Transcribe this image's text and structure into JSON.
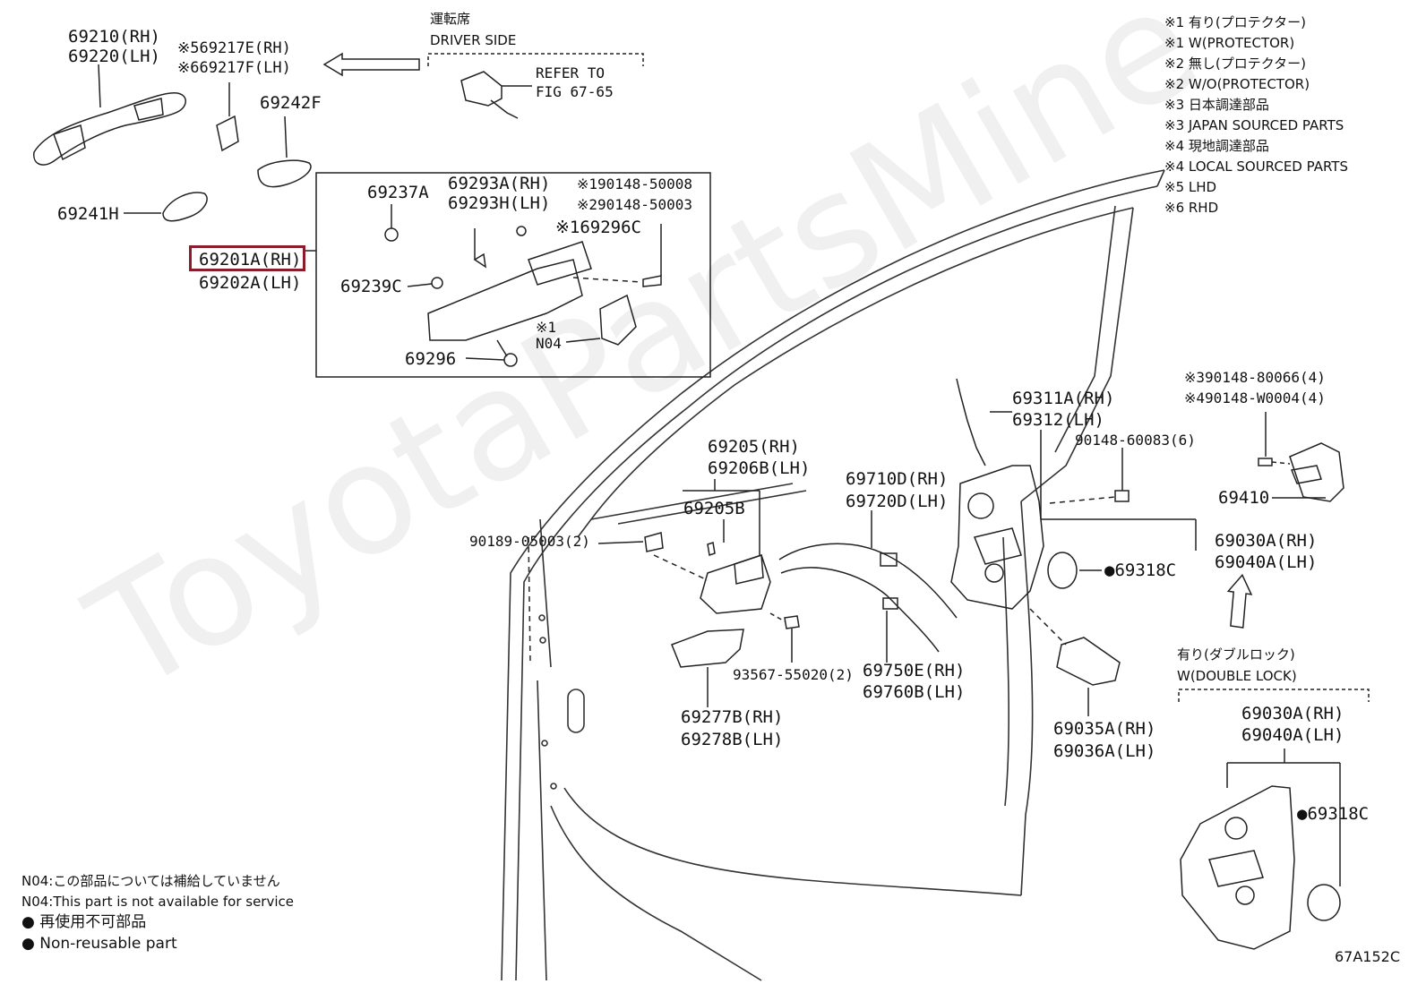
{
  "watermark": "ToyotaPartsMine",
  "figure_id": "67A152C",
  "highlight_color": "#8a1c2b",
  "driver_side": {
    "jp": "運転席",
    "en": "DRIVER SIDE"
  },
  "refer_to": [
    "REFER TO",
    "FIG 67-65"
  ],
  "legend": [
    "※1 有り(プロテクター)",
    "※1 W(PROTECTOR)",
    "※2 無し(プロテクター)",
    "※2 W/O(PROTECTOR)",
    "※3 日本調達部品",
    "※3 JAPAN SOURCED PARTS",
    "※4 現地調達部品",
    "※4 LOCAL SOURCED PARTS",
    "※5 LHD",
    "※6 RHD"
  ],
  "labels": {
    "l69210": "69210(RH)",
    "l69220": "69220(LH)",
    "l69217e": "※569217E(RH)",
    "l69217f": "※669217F(LH)",
    "l69242f": "69242F",
    "l69241h": "69241H",
    "l69201a": "69201A(RH)",
    "l69202a": "69202A(LH)",
    "l69237a": "69237A",
    "l69293a": "69293A(RH)",
    "l69293h": "69293H(LH)",
    "l90148_50008": "※190148-50008",
    "l90148_50003": "※290148-50003",
    "l69296c": "※169296C",
    "l69239c": "69239C",
    "l_n04_mark": "※1",
    "l_n04": "N04",
    "l69296": "69296",
    "l69311a": "69311A(RH)",
    "l69312": "69312(LH)",
    "l90148_60083": "90148-60083(6)",
    "l90148_80066": "※390148-80066(4)",
    "l90148_w0004": "※490148-W0004(4)",
    "l69410": "69410",
    "l69205": "69205(RH)",
    "l69206b": "69206B(LH)",
    "l69710d": "69710D(RH)",
    "l69720d": "69720D(LH)",
    "l69205b": "69205B",
    "l90189": "90189-05003(2)",
    "l69030a_top": "69030A(RH)",
    "l69040a_top": "69040A(LH)",
    "l69318c_top": "●69318C",
    "l93567": "93567-55020(2)",
    "l69750e": "69750E(RH)",
    "l69760b": "69760B(LH)",
    "l69277b": "69277B(RH)",
    "l69278b": "69278B(LH)",
    "l69035a": "69035A(RH)",
    "l69036a": "69036A(LH)",
    "l_double_jp": "有り(ダブルロック)",
    "l_double_en": "W(DOUBLE LOCK)",
    "l69030a_bot": "69030A(RH)",
    "l69040a_bot": "69040A(LH)",
    "l69318c_bot": "●69318C"
  },
  "footnotes": [
    "N04:この部品については補給していません",
    "N04:This part is not available for service",
    "● 再使用不可部品",
    "● Non-reusable part"
  ]
}
